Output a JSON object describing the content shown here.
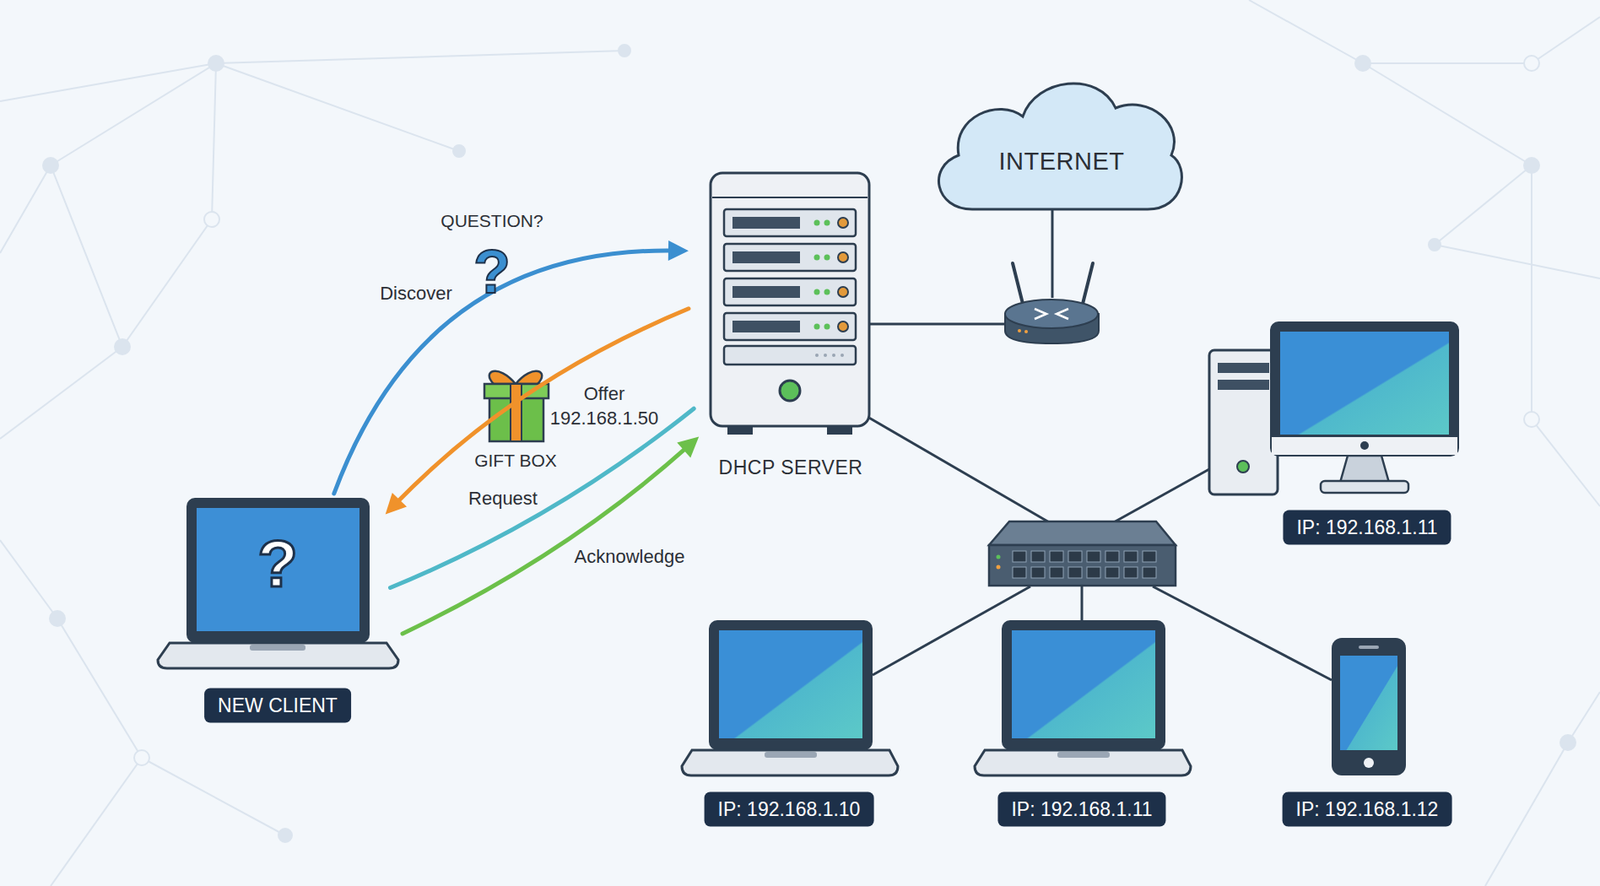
{
  "diagram": {
    "nodes": [
      {
        "text": [
          "?",
          "NEW CLIENT"
        ]
      },
      {
        "text": [
          "DHCP SERVER"
        ]
      },
      {
        "text": [
          "INTERNET"
        ]
      },
      {
        "text": [
          "IP: 192.168.1.11"
        ]
      },
      {
        "text": [
          "IP: 192.168.1.10"
        ]
      },
      {
        "text": [
          "IP: 192.168.1.11"
        ]
      },
      {
        "text": [
          "IP: 192.168.1.12"
        ]
      }
    ],
    "edges": [
      {
        "from": 0,
        "to": 1,
        "arrow": "to",
        "label": "Discover"
      },
      {
        "from": 1,
        "to": 0,
        "arrow": "to",
        "label": "Offer 192.168.1.50"
      },
      {
        "from": 0,
        "to": 1,
        "arrow": "none",
        "label": "Request"
      },
      {
        "from": 0,
        "to": 1,
        "arrow": "to",
        "label": "Acknowledge"
      }
    ],
    "labels": [
      "QUESTION?",
      "?",
      "GIFT BOX"
    ]
  }
}
